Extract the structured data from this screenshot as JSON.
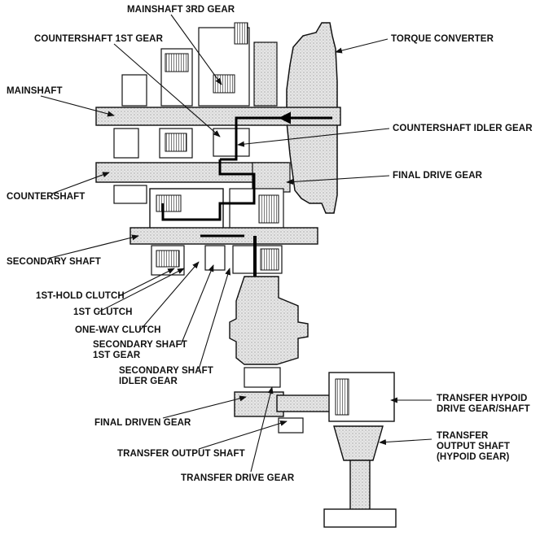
{
  "colors": {
    "ink": "#111111",
    "part_fill": "#d9d9d9",
    "part_dark": "#8a8a8a",
    "power_flow": "#000000"
  },
  "labels": {
    "mainshaft_3rd_gear": "MAINSHAFT 3RD GEAR",
    "countershaft_1st_gear": "COUNTERSHAFT 1ST GEAR",
    "torque_converter": "TORQUE CONVERTER",
    "mainshaft": "MAINSHAFT",
    "countershaft_idler_gear": "COUNTERSHAFT IDLER GEAR",
    "final_drive_gear": "FINAL DRIVE GEAR",
    "countershaft": "COUNTERSHAFT",
    "secondary_shaft": "SECONDARY SHAFT",
    "first_hold_clutch": "1ST-HOLD CLUTCH",
    "first_clutch": "1ST CLUTCH",
    "one_way_clutch": "ONE-WAY CLUTCH",
    "secondary_shaft_1st_gear": [
      "SECONDARY SHAFT",
      "1ST GEAR"
    ],
    "secondary_shaft_idler_gear": [
      "SECONDARY SHAFT",
      "IDLER GEAR"
    ],
    "final_driven_gear": "FINAL DRIVEN GEAR",
    "transfer_output_shaft": "TRANSFER OUTPUT SHAFT",
    "transfer_drive_gear": "TRANSFER DRIVE GEAR",
    "transfer_hypoid_drive_gear_shaft": [
      "TRANSFER HYPOID",
      "DRIVE GEAR/SHAFT"
    ],
    "transfer_output_shaft_hypoid_gear": [
      "TRANSFER",
      "OUTPUT SHAFT",
      "(HYPOID GEAR)"
    ]
  }
}
